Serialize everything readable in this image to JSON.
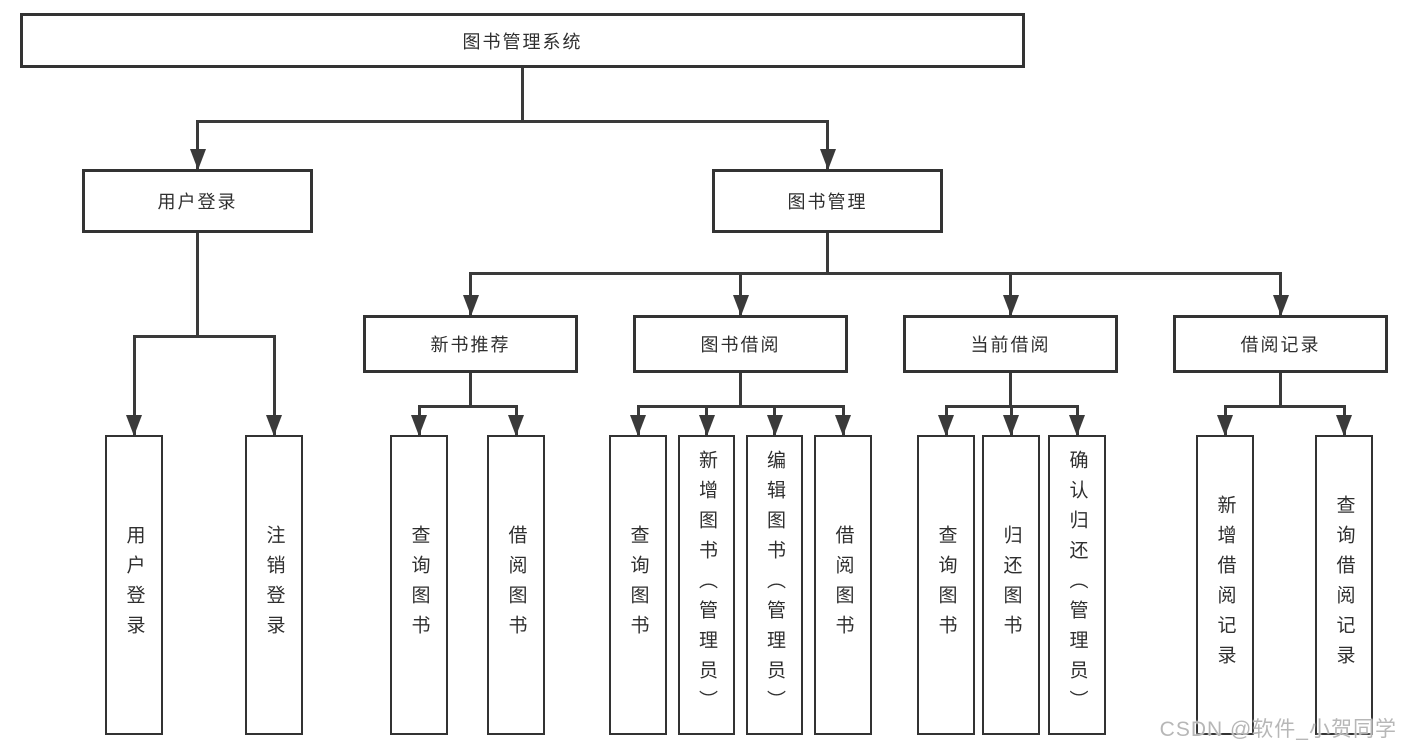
{
  "title": "图书管理系统",
  "watermark": "CSDN @软件_小贺同学",
  "colors": {
    "background": "#ffffff",
    "line": "#3a3a3a",
    "box_border": "#333333",
    "text": "#2f2f2f",
    "watermark": "#aaaaaa"
  },
  "nodes": [
    {
      "id": "root",
      "label": "图书管理系统",
      "parent": null
    },
    {
      "id": "user-login",
      "label": "用户登录",
      "parent": "root"
    },
    {
      "id": "book-mgmt",
      "label": "图书管理",
      "parent": "root"
    },
    {
      "id": "new-book-rec",
      "label": "新书推荐",
      "parent": "book-mgmt"
    },
    {
      "id": "book-borrow",
      "label": "图书借阅",
      "parent": "book-mgmt"
    },
    {
      "id": "current-borrow",
      "label": "当前借阅",
      "parent": "book-mgmt"
    },
    {
      "id": "borrow-record",
      "label": "借阅记录",
      "parent": "book-mgmt"
    },
    {
      "id": "leaf-user-login",
      "label": "用户登录",
      "parent": "user-login"
    },
    {
      "id": "leaf-logout",
      "label": "注销登录",
      "parent": "user-login"
    },
    {
      "id": "leaf-rec-query",
      "label": "查询图书",
      "parent": "new-book-rec"
    },
    {
      "id": "leaf-rec-borrow",
      "label": "借阅图书",
      "parent": "new-book-rec"
    },
    {
      "id": "leaf-bb-query",
      "label": "查询图书",
      "parent": "book-borrow"
    },
    {
      "id": "leaf-bb-add",
      "label": "新增图书（管理员）",
      "parent": "book-borrow"
    },
    {
      "id": "leaf-bb-edit",
      "label": "编辑图书（管理员）",
      "parent": "book-borrow"
    },
    {
      "id": "leaf-bb-borrow",
      "label": "借阅图书",
      "parent": "book-borrow"
    },
    {
      "id": "leaf-cb-query",
      "label": "查询图书",
      "parent": "current-borrow"
    },
    {
      "id": "leaf-cb-return",
      "label": "归还图书",
      "parent": "current-borrow"
    },
    {
      "id": "leaf-cb-confirm",
      "label": "确认归还（管理员）",
      "parent": "current-borrow"
    },
    {
      "id": "leaf-br-add",
      "label": "新增借阅记录",
      "parent": "borrow-record"
    },
    {
      "id": "leaf-br-query",
      "label": "查询借阅记录",
      "parent": "borrow-record"
    }
  ]
}
